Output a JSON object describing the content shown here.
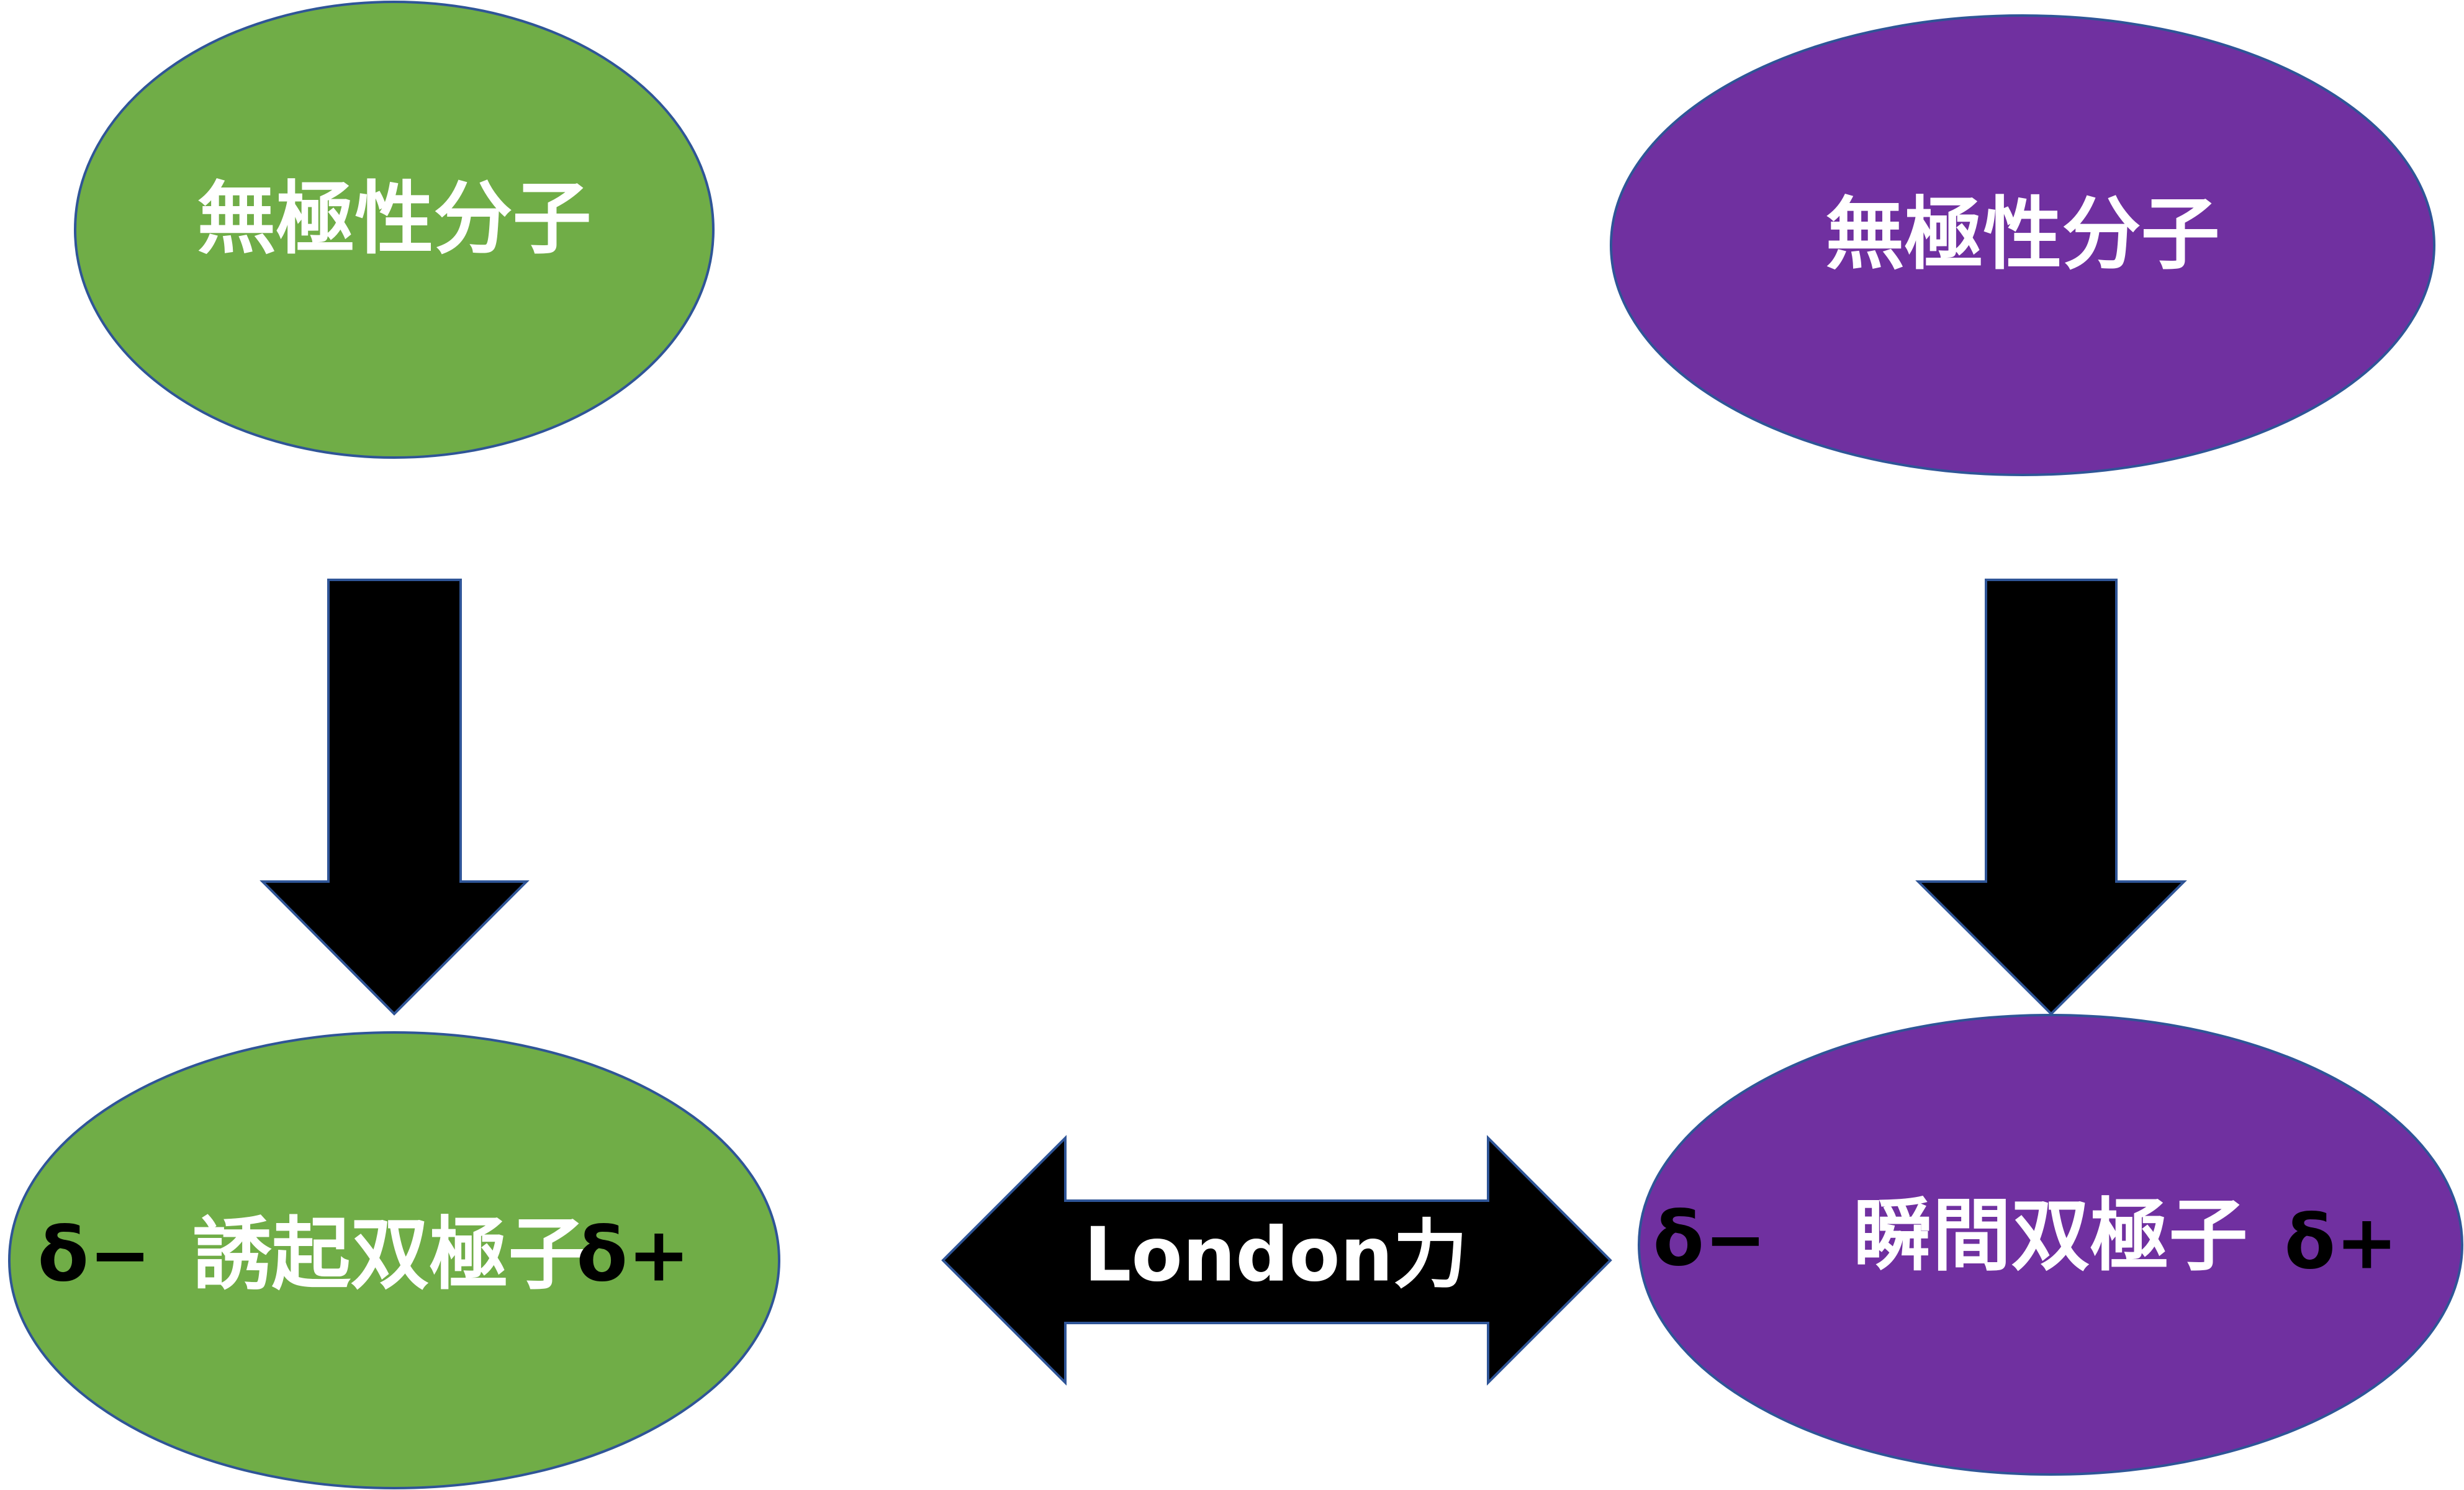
{
  "colors": {
    "green": "#70AD47",
    "purple": "#7030A0",
    "outline": "#2F5597",
    "arrow": "#000000"
  },
  "left": {
    "top_label": "無極性分子",
    "bottom_label": "誘起双極子",
    "delta_minus": "δ−",
    "delta_plus": "δ+"
  },
  "right": {
    "top_label": "無極性分子",
    "bottom_label": "瞬間双極子",
    "delta_minus": "δ−",
    "delta_plus": "δ+"
  },
  "interaction": {
    "label": "London力"
  }
}
